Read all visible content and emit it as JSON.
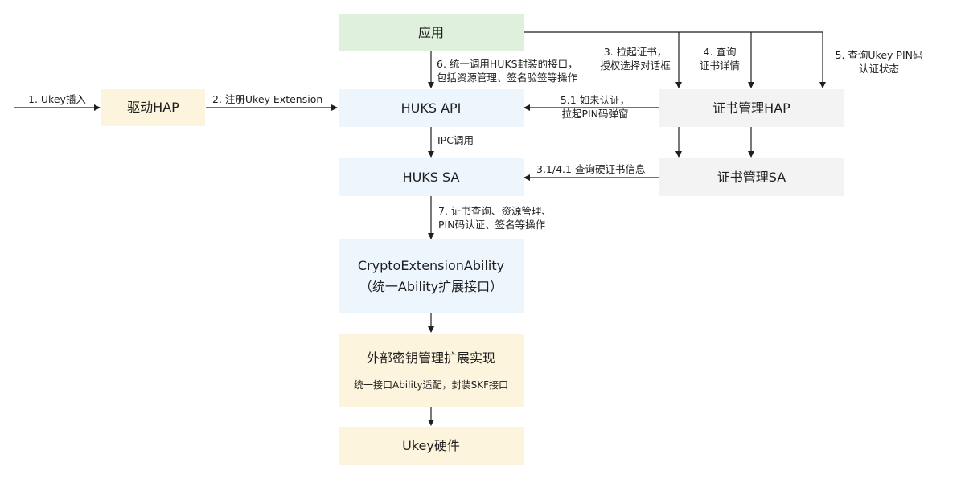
{
  "nodes": {
    "app": "应用",
    "driver_hap": "驱动HAP",
    "huks_api": "HUKS API",
    "cert_hap": "证书管理HAP",
    "huks_sa": "HUKS SA",
    "cert_sa": "证书管理SA",
    "crypto_ext_line1": "CryptoExtensionAbility",
    "crypto_ext_line2": "（统一Ability扩展接口）",
    "ext_impl_title": "外部密钥管理扩展实现",
    "ext_impl_sub": "统一接口Ability适配，封装SKF接口",
    "ukey_hw": "Ukey硬件"
  },
  "edges": {
    "e1": "1. Ukey插入",
    "e2": "2. 注册Ukey Extension",
    "e3_l1": "3. 拉起证书，",
    "e3_l2": "授权选择对话框",
    "e4_l1": "4. 查询",
    "e4_l2": "证书详情",
    "e5_l1": "5. 查询Ukey PIN码",
    "e5_l2": "认证状态",
    "e6_l1": "6. 统一调用HUKS封装的接口，",
    "e6_l2": "包括资源管理、签名验签等操作",
    "e51_l1": "5.1 如未认证，",
    "e51_l2": "拉起PIN码弹窗",
    "ipc": "IPC调用",
    "e31": "3.1/4.1 查询硬证书信息",
    "e7_l1": "7. 证书查询、资源管理、",
    "e7_l2": "PIN码认证、签名等操作"
  }
}
